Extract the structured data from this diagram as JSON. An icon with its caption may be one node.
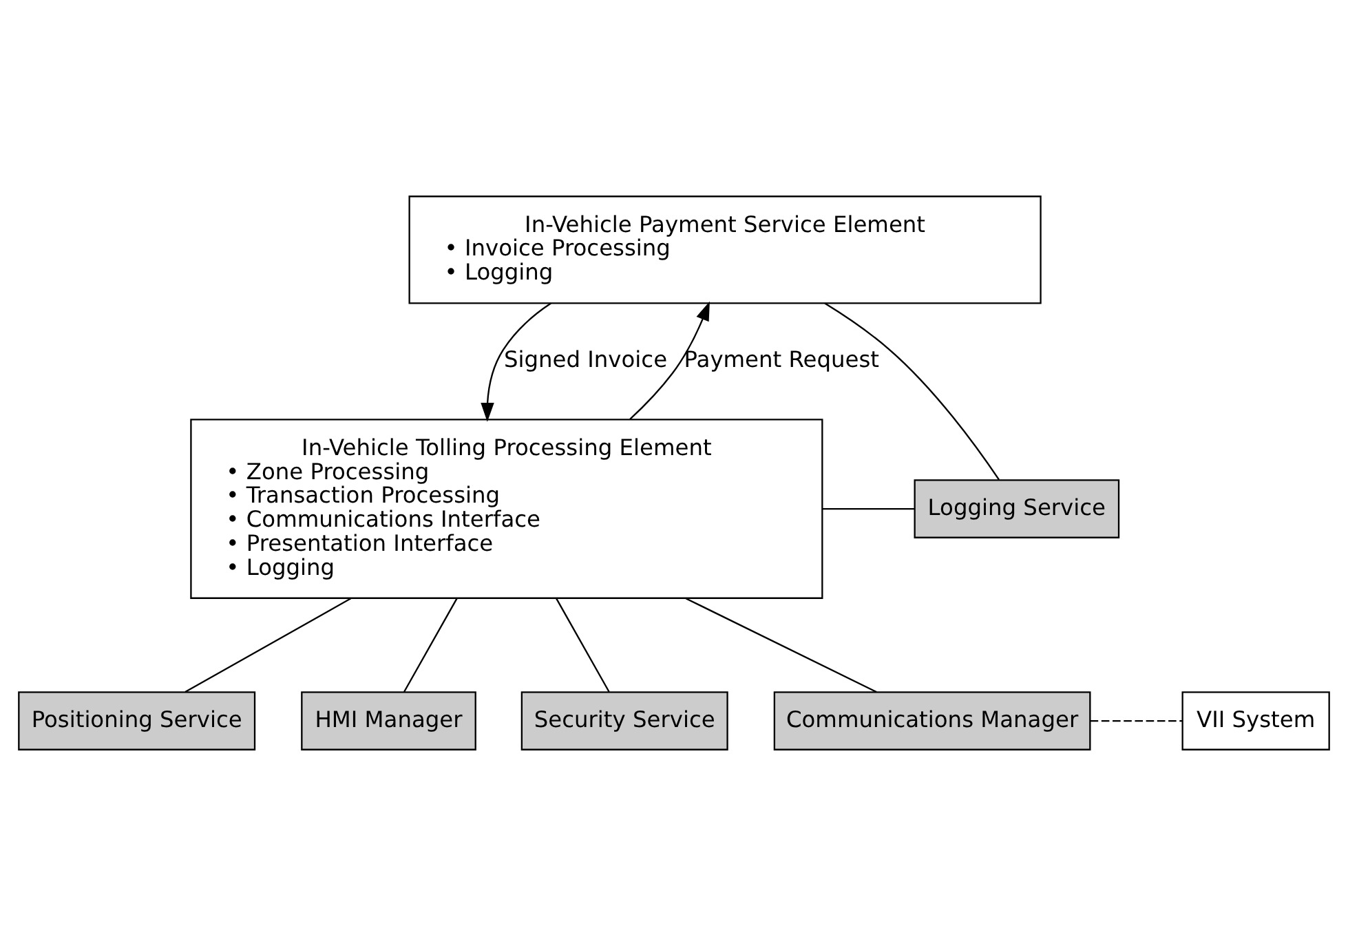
{
  "diagram": {
    "nodes": [
      {
        "text": [
          "In-Vehicle Payment Service Element",
          "• Invoice Processing",
          "• Logging"
        ]
      },
      {
        "text": [
          "Logging Service"
        ]
      },
      {
        "text": [
          "In-Vehicle Tolling Processing Element",
          "• Zone Processing",
          "• Transaction Processing",
          "• Communications Interface",
          "• Presentation Interface",
          "• Logging"
        ]
      },
      {
        "text": [
          "Positioning Service"
        ]
      },
      {
        "text": [
          "HMI Manager"
        ]
      },
      {
        "text": [
          "Security Service"
        ]
      },
      {
        "text": [
          "Communications Manager"
        ]
      },
      {
        "text": [
          "VII System"
        ]
      }
    ],
    "edges": [
      {
        "from": 0,
        "to": 2,
        "arrow": "to",
        "label": "Signed Invoice"
      },
      {
        "from": 2,
        "to": 0,
        "arrow": "to",
        "label": "Payment Request"
      },
      {
        "from": 0,
        "to": 1,
        "arrow": "none"
      },
      {
        "from": 2,
        "to": 1,
        "arrow": "none"
      },
      {
        "from": 2,
        "to": 3,
        "arrow": "none"
      },
      {
        "from": 2,
        "to": 4,
        "arrow": "none"
      },
      {
        "from": 2,
        "to": 5,
        "arrow": "none"
      },
      {
        "from": 2,
        "to": 6,
        "arrow": "none"
      },
      {
        "from": 6,
        "to": 7,
        "arrow": "none",
        "style": "dashed"
      }
    ]
  }
}
